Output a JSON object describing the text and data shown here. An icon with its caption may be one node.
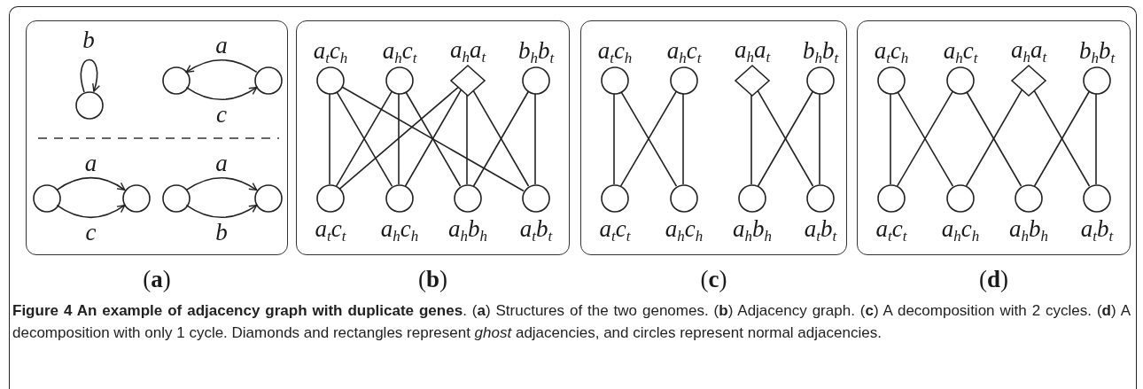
{
  "diagram": {
    "caption": "**Figure 4 An example of adjacency graph with duplicate genes**. (**a**) Structures of the two genomes. (**b**) Adjacency graph. (**c**) A decomposition with 2 cycles. (**d**) A decomposition with only 1 cycle. Diamonds and rectangles represent *ghost* adjacencies, and circles represent normal adjacencies.",
    "nodes": [
      {
        "text": [
          "(**a**)"
        ]
      },
      {
        "text": [],
        "shape": "circle",
        "in": 0
      },
      {
        "text": [],
        "shape": "circle",
        "in": 0
      },
      {
        "text": [],
        "shape": "circle",
        "in": 0
      },
      {
        "text": [],
        "shape": "circle",
        "in": 0
      },
      {
        "text": [],
        "shape": "circle",
        "in": 0
      },
      {
        "text": [],
        "shape": "circle",
        "in": 0
      },
      {
        "text": [],
        "shape": "circle",
        "in": 0
      },
      {
        "text": [
          "(**b**)"
        ]
      },
      {
        "text": [
          "a$_{t}$c$_{h}$"
        ],
        "in": 8
      },
      {
        "text": [
          "a$_{h}$c$_{t}$"
        ],
        "in": 8
      },
      {
        "text": [
          "a$_{h}$a$_{t}$"
        ],
        "in": 8
      },
      {
        "text": [
          "b$_{h}$b$_{t}$"
        ],
        "in": 8
      },
      {
        "text": [
          "a$_{t}$c$_{t}$"
        ],
        "in": 8
      },
      {
        "text": [
          "a$_{h}$c$_{h}$"
        ],
        "in": 8
      },
      {
        "text": [
          "a$_{h}$b$_{h}$"
        ],
        "in": 8
      },
      {
        "text": [
          "a$_{t}$b$_{t}$"
        ],
        "in": 8
      },
      {
        "text": [
          "(**c**)"
        ]
      },
      {
        "text": [
          "a$_{t}$c$_{h}$"
        ],
        "in": 17
      },
      {
        "text": [
          "a$_{h}$c$_{t}$"
        ],
        "in": 17
      },
      {
        "text": [
          "a$_{h}$a$_{t}$"
        ],
        "in": 17
      },
      {
        "text": [
          "b$_{h}$b$_{t}$"
        ],
        "in": 17
      },
      {
        "text": [
          "a$_{t}$c$_{t}$"
        ],
        "in": 17
      },
      {
        "text": [
          "a$_{h}$c$_{h}$"
        ],
        "in": 17
      },
      {
        "text": [
          "a$_{h}$b$_{h}$"
        ],
        "in": 17
      },
      {
        "text": [
          "a$_{t}$b$_{t}$"
        ],
        "in": 17
      },
      {
        "text": [
          "(**d**)"
        ]
      },
      {
        "text": [
          "a$_{t}$c$_{h}$"
        ],
        "in": 26
      },
      {
        "text": [
          "a$_{h}$c$_{t}$"
        ],
        "in": 26
      },
      {
        "text": [
          "a$_{h}$a$_{t}$"
        ],
        "in": 26
      },
      {
        "text": [
          "b$_{h}$b$_{t}$"
        ],
        "in": 26
      },
      {
        "text": [
          "a$_{t}$c$_{t}$"
        ],
        "in": 26
      },
      {
        "text": [
          "a$_{h}$c$_{h}$"
        ],
        "in": 26
      },
      {
        "text": [
          "a$_{h}$b$_{h}$"
        ],
        "in": 26
      },
      {
        "text": [
          "a$_{t}$b$_{t}$"
        ],
        "in": 26
      }
    ],
    "edges": [
      {
        "from": 1,
        "to": 1,
        "arrow": "to",
        "label": "b"
      },
      {
        "from": 3,
        "to": 2,
        "arrow": "to",
        "label": "a"
      },
      {
        "from": 2,
        "to": 3,
        "arrow": "to",
        "label": "c"
      },
      {
        "from": 4,
        "to": 5,
        "arrow": "to",
        "label": "a"
      },
      {
        "from": 4,
        "to": 5,
        "arrow": "to",
        "label": "c"
      },
      {
        "from": 6,
        "to": 7,
        "arrow": "to",
        "label": "a"
      },
      {
        "from": 6,
        "to": 7,
        "arrow": "to",
        "label": "b"
      },
      {
        "from": 9,
        "to": 13,
        "arrow": "none"
      },
      {
        "from": 9,
        "to": 14,
        "arrow": "none"
      },
      {
        "from": 9,
        "to": 16,
        "arrow": "none"
      },
      {
        "from": 10,
        "to": 13,
        "arrow": "none"
      },
      {
        "from": 10,
        "to": 14,
        "arrow": "none"
      },
      {
        "from": 10,
        "to": 15,
        "arrow": "none"
      },
      {
        "from": 11,
        "to": 13,
        "arrow": "none"
      },
      {
        "from": 11,
        "to": 14,
        "arrow": "none"
      },
      {
        "from": 11,
        "to": 15,
        "arrow": "none"
      },
      {
        "from": 11,
        "to": 16,
        "arrow": "none"
      },
      {
        "from": 12,
        "to": 15,
        "arrow": "none"
      },
      {
        "from": 12,
        "to": 16,
        "arrow": "none"
      },
      {
        "from": 18,
        "to": 22,
        "arrow": "none"
      },
      {
        "from": 18,
        "to": 23,
        "arrow": "none"
      },
      {
        "from": 19,
        "to": 22,
        "arrow": "none"
      },
      {
        "from": 19,
        "to": 23,
        "arrow": "none"
      },
      {
        "from": 20,
        "to": 24,
        "arrow": "none"
      },
      {
        "from": 20,
        "to": 25,
        "arrow": "none"
      },
      {
        "from": 21,
        "to": 24,
        "arrow": "none"
      },
      {
        "from": 21,
        "to": 25,
        "arrow": "none"
      },
      {
        "from": 27,
        "to": 31,
        "arrow": "none"
      },
      {
        "from": 27,
        "to": 32,
        "arrow": "none"
      },
      {
        "from": 28,
        "to": 31,
        "arrow": "none"
      },
      {
        "from": 28,
        "to": 33,
        "arrow": "none"
      },
      {
        "from": 29,
        "to": 32,
        "arrow": "none"
      },
      {
        "from": 29,
        "to": 34,
        "arrow": "none"
      },
      {
        "from": 30,
        "to": 33,
        "arrow": "none"
      },
      {
        "from": 30,
        "to": 34,
        "arrow": "none"
      }
    ]
  }
}
